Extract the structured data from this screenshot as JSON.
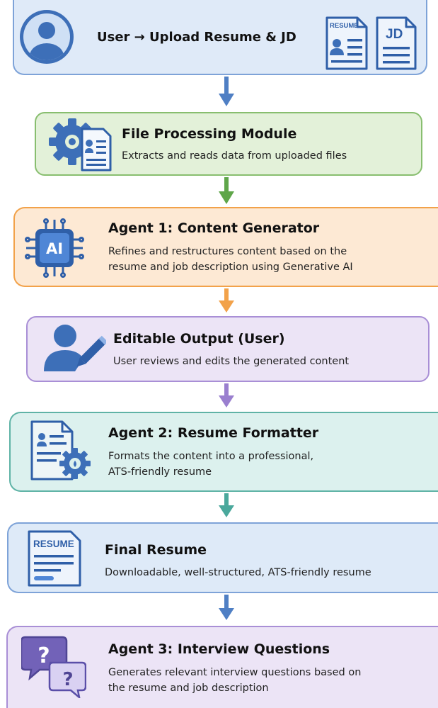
{
  "steps": [
    {
      "title": "User → Upload Resume & JD",
      "desc": ""
    },
    {
      "title": "File Processing Module",
      "desc": "Extracts and reads data from uploaded files"
    },
    {
      "title": "Agent 1: Content Generator",
      "desc_lines": [
        "Refines and restructures content based on the",
        "resume and job description using Generative AI"
      ]
    },
    {
      "title": "Editable Output (User)",
      "desc": "User reviews and edits the generated content"
    },
    {
      "title": "Agent 2: Resume Formatter",
      "desc_lines": [
        "Formats the content into a professional,",
        "ATS-friendly resume"
      ]
    },
    {
      "title": "Final Resume",
      "desc": "Downloadable, well-structured, ATS-friendly resume"
    },
    {
      "title": "Agent 3: Interview Questions",
      "desc_lines": [
        "Generates relevant interview questions based on",
        "the resume and job description"
      ]
    }
  ],
  "icon_labels": {
    "resume_doc": "RESUME",
    "jd_doc": "JD",
    "ai_chip": "AI",
    "final_resume": "RESUME",
    "question": "?"
  },
  "colors": {
    "blue": "#4f7fc4",
    "green": "#5fa64a",
    "orange": "#f2a24a",
    "purple": "#9a7fcf",
    "teal": "#4aa89c"
  }
}
